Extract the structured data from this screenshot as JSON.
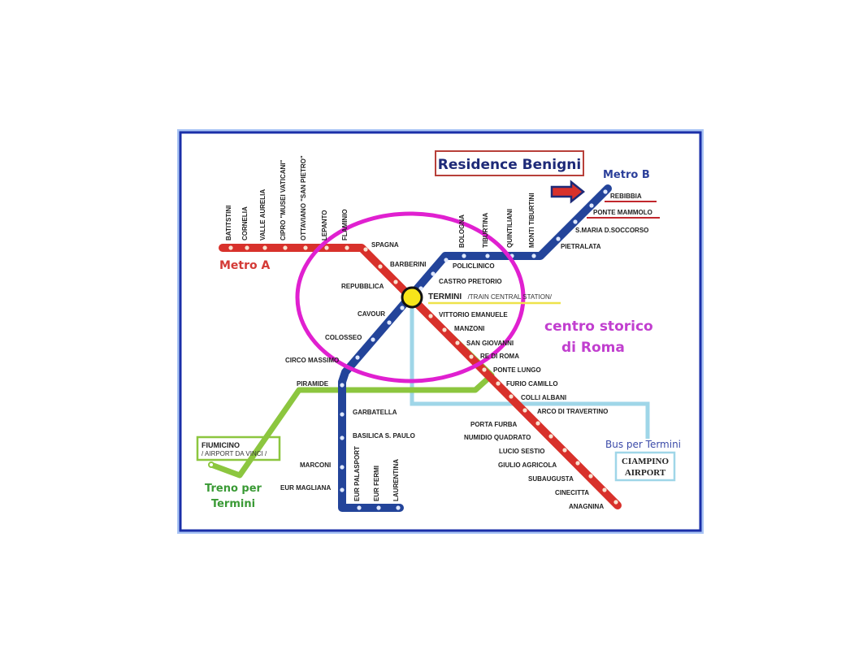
{
  "title": "Residence Benigni",
  "area_label": {
    "line1": "centro storico",
    "line2": "di Roma"
  },
  "colors": {
    "metro_a": "#d8312b",
    "metro_b": "#23449a",
    "train": "#8cc63f",
    "bus": "#9fd6e8",
    "highlight_ring": "#e020d0",
    "termini_hub": "#f7e51a",
    "frame": "#1a2fa8",
    "title_box": "#b8403a"
  },
  "lines": {
    "metro_a": {
      "label": "Metro A",
      "stations": [
        "BATITSTINI",
        "CORNELIA",
        "VALLE AURELIA",
        "CIPRO \"MUSEI VATICANI\"",
        "OTTAVIANO \"SAN PIETRO\"",
        "LEPANTO",
        "FLAMINIO",
        "SPAGNA",
        "BARBERINI",
        "REPUBBLICA",
        "TERMINI",
        "VITTORIO EMANUELE",
        "MANZONI",
        "SAN GIOVANNI",
        "RE DI ROMA",
        "PONTE LUNGO",
        "FURIO CAMILLO",
        "COLLI ALBANI",
        "ARCO DI TRAVERTINO",
        "PORTA FURBA",
        "NUMIDIO QUADRATO",
        "LUCIO SESTIO",
        "GIULIO AGRICOLA",
        "SUBAUGUSTA",
        "CINECITTA",
        "ANAGNINA"
      ]
    },
    "metro_b": {
      "label": "Metro B",
      "stations": [
        "REBIBBIA",
        "PONTE MAMMOLO",
        "S.MARIA D.SOCCORSO",
        "PIETRALATA",
        "MONTI TIBURTINI",
        "QUINTILIANI",
        "TIBURTINA",
        "BOLOGNA",
        "POLICLINICO",
        "CASTRO PRETORIO",
        "TERMINI",
        "CAVOUR",
        "COLOSSEO",
        "CIRCO MASSIMO",
        "PIRAMIDE",
        "GARBATELLA",
        "BASILICA S. PAULO",
        "MARCONI",
        "EUR MAGLIANA",
        "EUR PALASPORT",
        "EUR FERMI",
        "LAURENTINA"
      ]
    },
    "train": {
      "label_line1": "Treno per",
      "label_line2": "Termini",
      "airport_name": "FIUMICINO",
      "airport_sub": "/ AIRPORT DA VINCI /"
    },
    "bus": {
      "label": "Bus per Termini",
      "airport_line1": "CIAMPINO",
      "airport_line2": "AIRPORT"
    }
  },
  "termini": {
    "name": "TERMINI",
    "sub": "/TRAIN CENTRAL STATION/"
  },
  "highlighted_stations": [
    "REBIBBIA",
    "PONTE MAMMOLO"
  ]
}
